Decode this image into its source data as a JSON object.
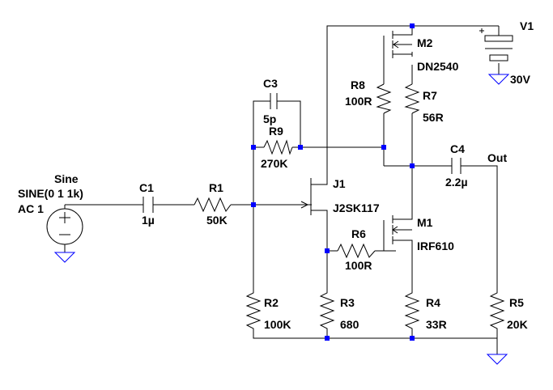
{
  "schematic": {
    "source": {
      "type_label": "Sine",
      "func_label": "SINE(0 1 1k)",
      "ac_label": "AC 1"
    },
    "supply": {
      "name": "V1",
      "value": "30V"
    },
    "output_label": "Out",
    "components": {
      "c1": {
        "name": "C1",
        "value": "1µ"
      },
      "r1": {
        "name": "R1",
        "value": "50K"
      },
      "c3": {
        "name": "C3",
        "value": "5p"
      },
      "r9": {
        "name": "R9",
        "value": "270K"
      },
      "j1": {
        "name": "J1",
        "value": "J2SK117"
      },
      "m2": {
        "name": "M2",
        "value": "DN2540"
      },
      "r8": {
        "name": "R8",
        "value": "100R"
      },
      "r7": {
        "name": "R7",
        "value": "56R"
      },
      "c4": {
        "name": "C4",
        "value": "2.2µ"
      },
      "m1": {
        "name": "M1",
        "value": "IRF610"
      },
      "r6": {
        "name": "R6",
        "value": "100R"
      },
      "r2": {
        "name": "R2",
        "value": "100K"
      },
      "r3": {
        "name": "R3",
        "value": "680"
      },
      "r4": {
        "name": "R4",
        "value": "33R"
      },
      "r5": {
        "name": "R5",
        "value": "20K"
      }
    },
    "colors": {
      "wire": "#000000",
      "junction": "#0000ff",
      "ground": "#0000ff",
      "background": "#ffffff"
    }
  }
}
